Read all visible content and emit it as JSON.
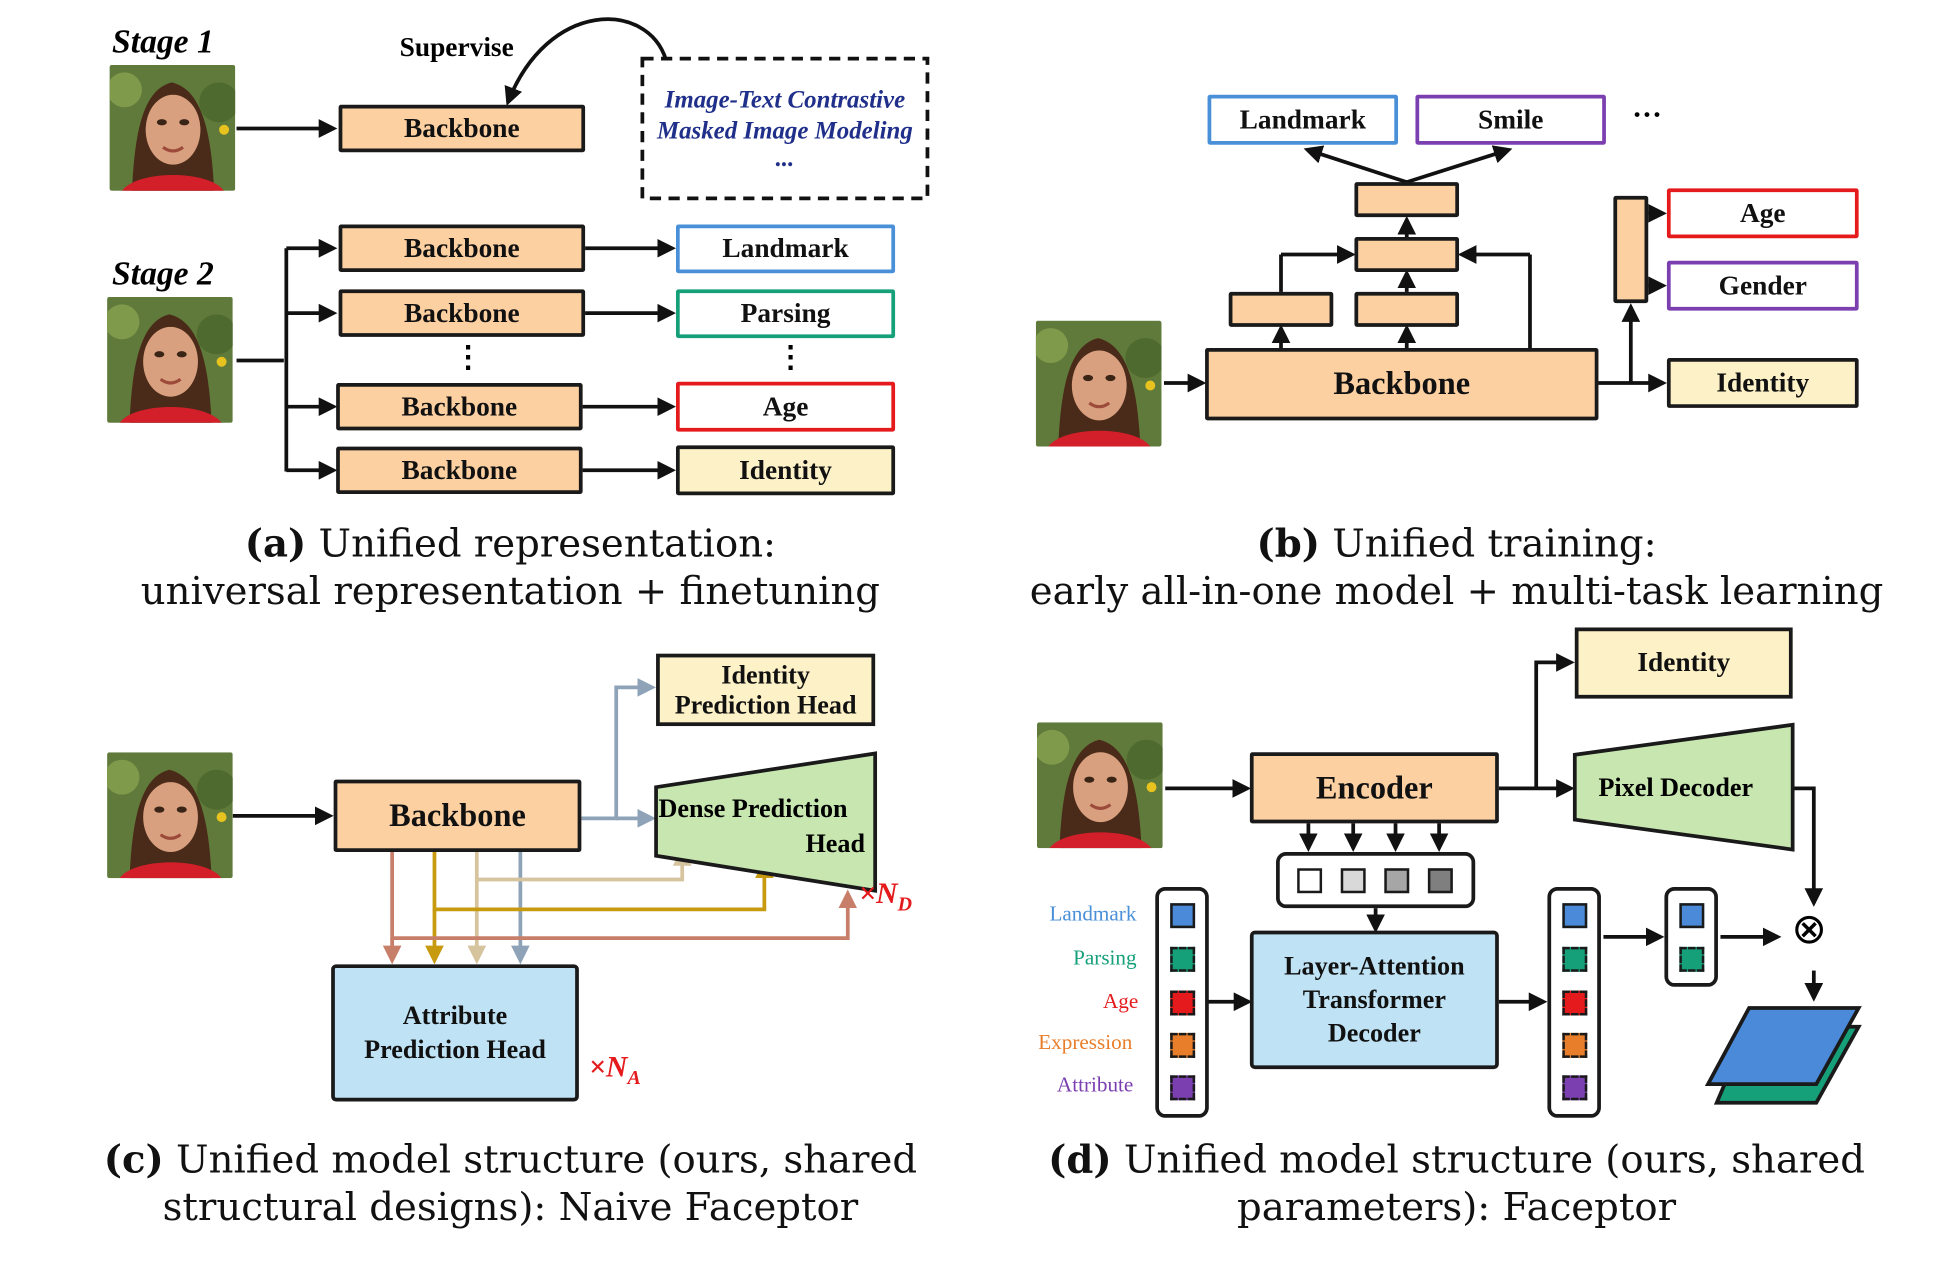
{
  "panel_a": {
    "stage1_label": "Stage 1",
    "stage2_label": "Stage 2",
    "supervise_label": "Supervise",
    "backbone_label": "Backbone",
    "pretrain_tasks": [
      "Image-Text Contrastive",
      "Masked Image Modeling",
      "..."
    ],
    "tasks": [
      "Landmark",
      "Parsing",
      "Age",
      "Identity"
    ],
    "ellipsis": "⋮",
    "caption_tag": "(a)",
    "caption_line1": "Unified representation:",
    "caption_line2": "universal representation + finetuning"
  },
  "panel_b": {
    "backbone_label": "Backbone",
    "tasks_top": [
      "Landmark",
      "Smile"
    ],
    "more": "···",
    "tasks_right": [
      "Age",
      "Gender",
      "Identity"
    ],
    "caption_tag": "(b)",
    "caption_line1": "Unified training:",
    "caption_line2": "early all-in-one model + multi-task learning"
  },
  "panel_c": {
    "backbone_label": "Backbone",
    "identity_head": [
      "Identity",
      "Prediction Head"
    ],
    "dense_head": [
      "Dense Prediction",
      "Head"
    ],
    "attribute_head": [
      "Attribute",
      "Prediction Head"
    ],
    "nd_label": "×N",
    "nd_sub": "D",
    "na_label": "×N",
    "na_sub": "A",
    "caption_tag": "(c)",
    "caption_line1": "Unified model structure (ours, shared",
    "caption_line2": "structural designs): Naive Faceptor"
  },
  "panel_d": {
    "encoder_label": "Encoder",
    "identity_label": "Identity",
    "pixel_decoder_label": "Pixel Decoder",
    "decoder_label": [
      "Layer-Attention",
      "Transformer",
      "Decoder"
    ],
    "queries": [
      "Landmark",
      "Parsing",
      "Age",
      "Expression",
      "Attribute"
    ],
    "otimes": "⊗",
    "caption_tag": "(d)",
    "caption_line1": "Unified model structure (ours, shared",
    "caption_line2": "parameters): Faceptor"
  },
  "colors": {
    "backbone": "#fdd0a2",
    "landmark": "#4a90d9",
    "parsing": "#16a07a",
    "age": "#e41a1c",
    "identity_fill": "#fdf1c7",
    "gender_smile": "#7b3fb0",
    "expression": "#e87d2a",
    "dense_head": "#c8e6b0",
    "attribute_head": "#bfe3f5",
    "pretrain_text": "#1f2f8a"
  }
}
